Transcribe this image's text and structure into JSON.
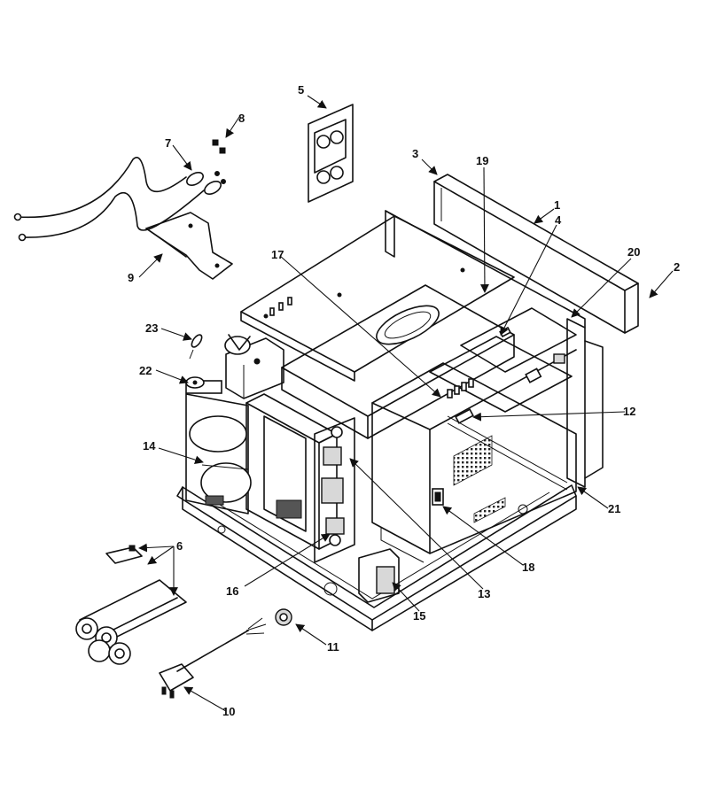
{
  "callouts": [
    {
      "id": "1",
      "text": "1"
    },
    {
      "id": "2",
      "text": "2"
    },
    {
      "id": "3",
      "text": "3"
    },
    {
      "id": "4",
      "text": "4"
    },
    {
      "id": "5",
      "text": "5"
    },
    {
      "id": "6",
      "text": "6"
    },
    {
      "id": "7",
      "text": "7"
    },
    {
      "id": "8",
      "text": "8"
    },
    {
      "id": "9",
      "text": "9"
    },
    {
      "id": "10",
      "text": "10"
    },
    {
      "id": "11",
      "text": "11"
    },
    {
      "id": "12",
      "text": "12"
    },
    {
      "id": "13",
      "text": "13"
    },
    {
      "id": "14",
      "text": "14"
    },
    {
      "id": "15",
      "text": "15"
    },
    {
      "id": "16",
      "text": "16"
    },
    {
      "id": "17",
      "text": "17"
    },
    {
      "id": "18",
      "text": "18"
    },
    {
      "id": "19",
      "text": "19"
    },
    {
      "id": "20",
      "text": "20"
    },
    {
      "id": "21",
      "text": "21"
    },
    {
      "id": "22",
      "text": "22"
    },
    {
      "id": "23",
      "text": "23"
    }
  ],
  "colors": {
    "line": "#111111",
    "background": "#ffffff",
    "shade": "#d8d8d8"
  }
}
